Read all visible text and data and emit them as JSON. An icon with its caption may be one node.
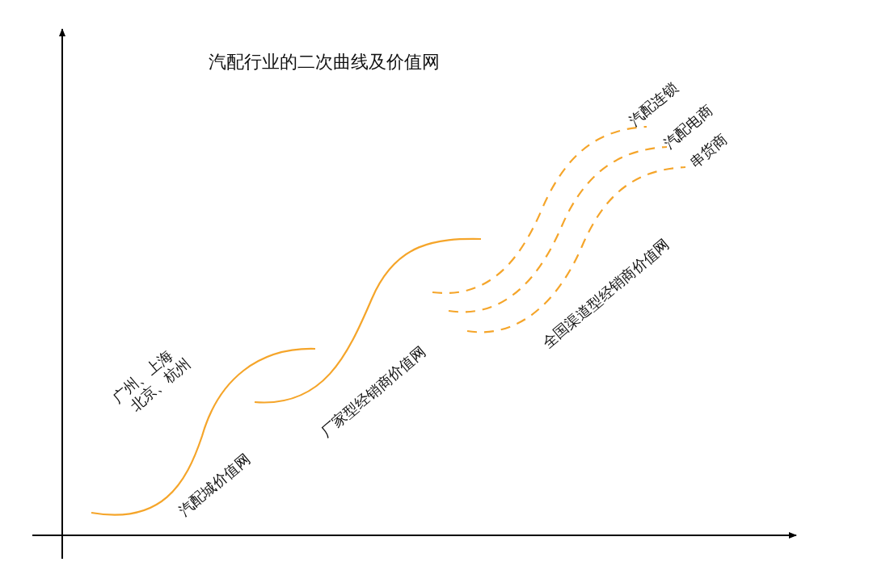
{
  "diagram": {
    "title": "汽配行业的二次曲线及价值网",
    "labels": [
      "汽配连锁",
      "汽配电商",
      "串货商",
      "全国渠道型经销商价值网",
      "广州、上海",
      "北京、杭州",
      "厂家型经销商价值网",
      "汽配城价值网"
    ]
  }
}
